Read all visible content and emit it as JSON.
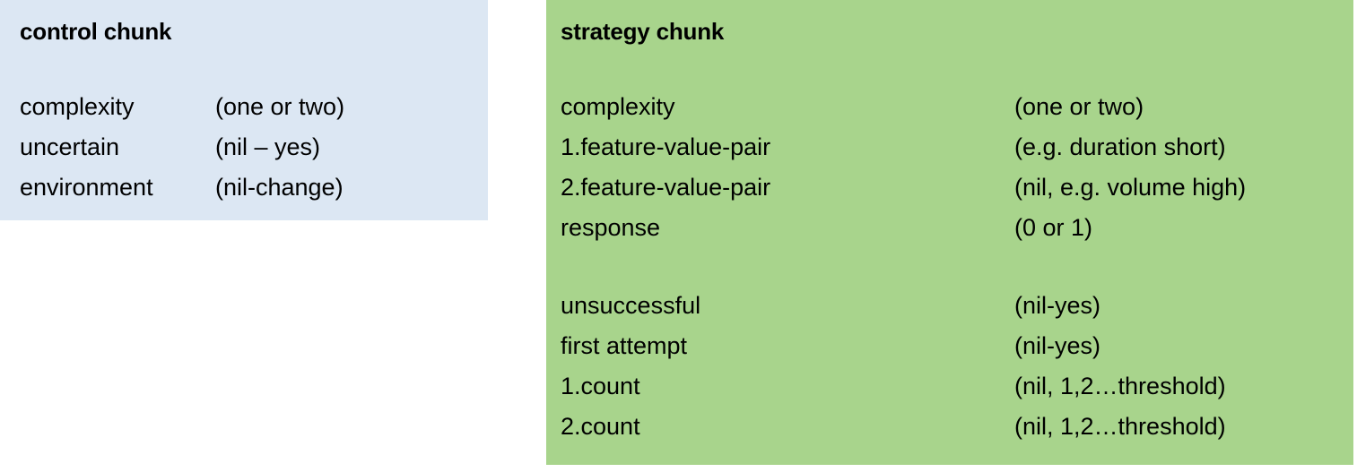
{
  "colors": {
    "control_background": "#dce7f3",
    "strategy_background": "#a8d48c",
    "page_background": "#ffffff",
    "text": "#000000"
  },
  "control_chunk": {
    "title": "control chunk",
    "fields": [
      {
        "label": "complexity",
        "value": "(one or two)"
      },
      {
        "label": "uncertain",
        "value": "(nil – yes)"
      },
      {
        "label": "environment",
        "value": "(nil-change)"
      }
    ]
  },
  "strategy_chunk": {
    "title": "strategy chunk",
    "group_one": [
      {
        "label": "complexity",
        "value": "(one or two)"
      },
      {
        "label": "1.feature-value-pair",
        "value": "(e.g. duration short)"
      },
      {
        "label": "2.feature-value-pair",
        "value": "(nil, e.g. volume high)"
      },
      {
        "label": "response",
        "value": "(0 or 1)"
      }
    ],
    "group_two": [
      {
        "label": "unsuccessful",
        "value": "(nil-yes)"
      },
      {
        "label": "first attempt",
        "value": "(nil-yes)"
      },
      {
        "label": "1.count",
        "value": "(nil, 1,2…threshold)"
      },
      {
        "label": "2.count",
        "value": "(nil, 1,2…threshold)"
      }
    ]
  }
}
